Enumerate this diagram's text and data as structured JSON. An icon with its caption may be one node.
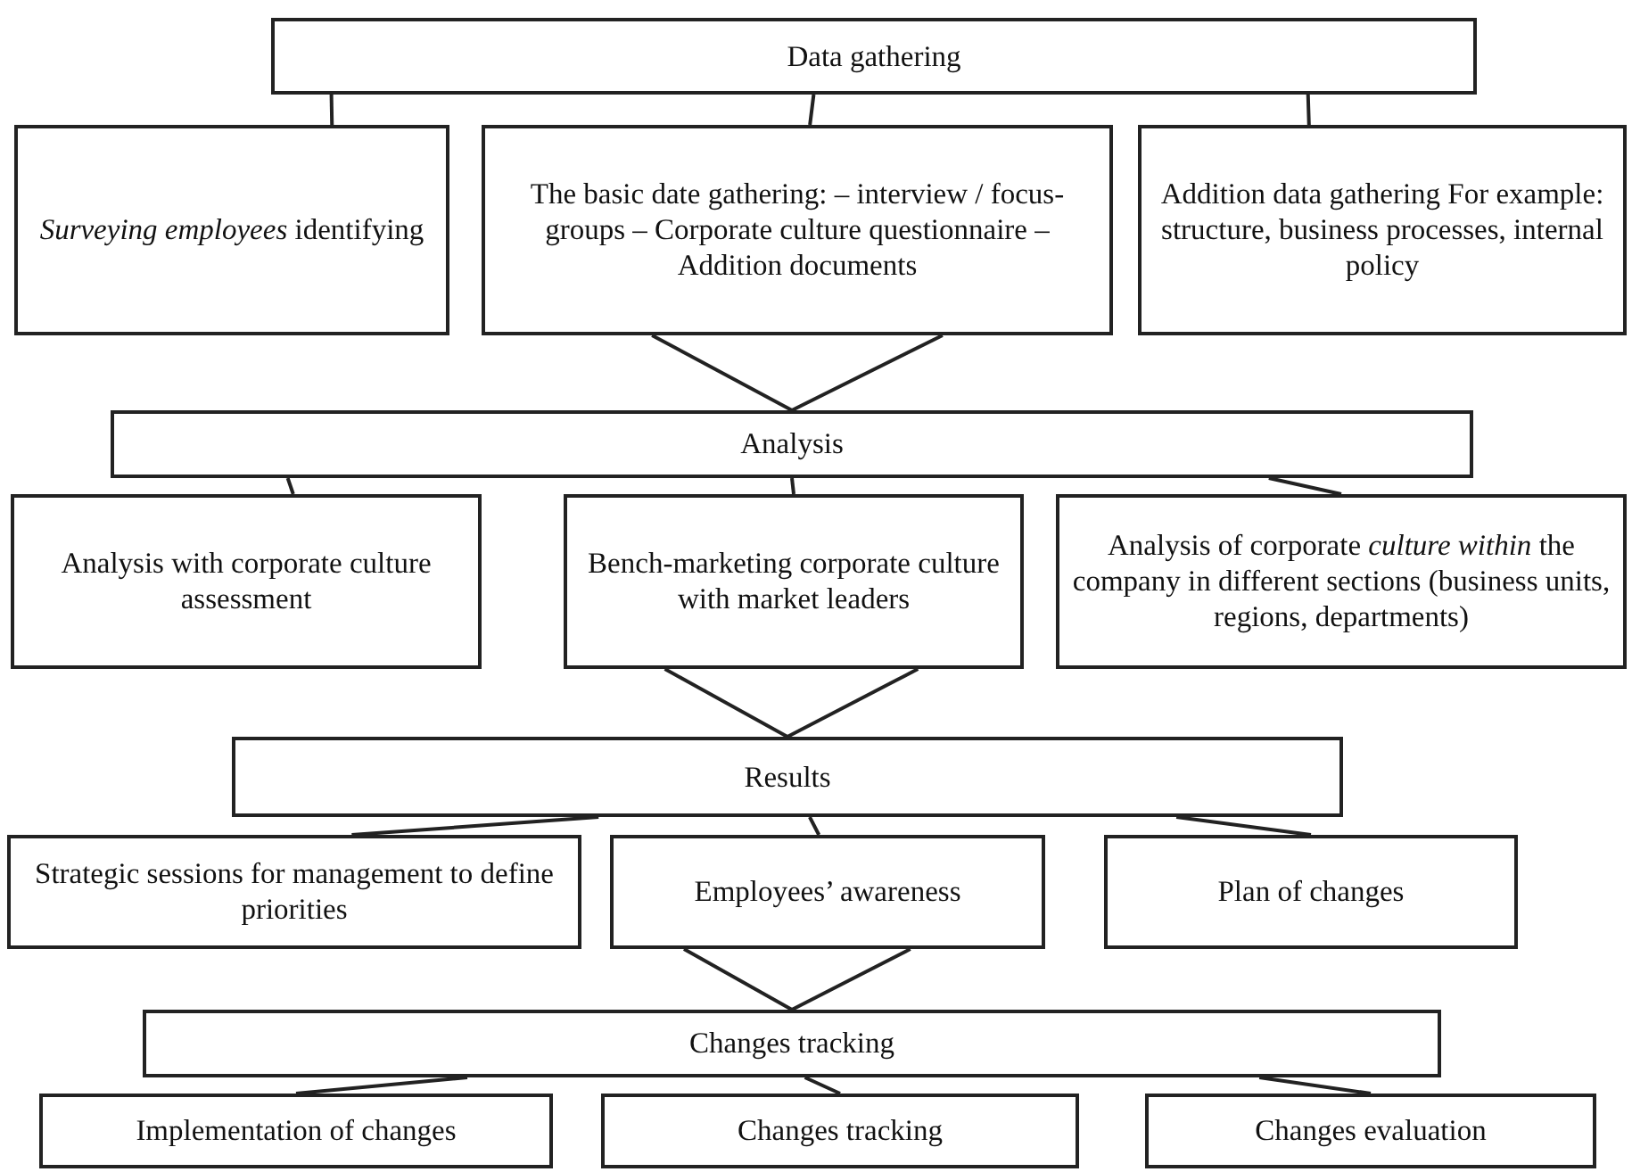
{
  "diagram": {
    "nodes": [
      {
        "text": [
          "Data gathering"
        ]
      },
      {
        "text": [
          "*Surveying employees* identifying"
        ]
      },
      {
        "text": [
          "The basic date gathering: – interview / focus-groups – Corporate culture questionnaire – Addition documents"
        ]
      },
      {
        "text": [
          "Addition data gathering For example: structure, business processes, internal policy"
        ]
      },
      {
        "text": [
          "Analysis"
        ]
      },
      {
        "text": [
          "Analysis with corporate culture assessment"
        ]
      },
      {
        "text": [
          "Bench-marketing corporate culture with market leaders"
        ]
      },
      {
        "text": [
          "Analysis of corporate *culture within* the company in different sections (business units, regions, departments)"
        ]
      },
      {
        "text": [
          "Results"
        ]
      },
      {
        "text": [
          "Strategic sessions for management to define priorities"
        ]
      },
      {
        "text": [
          "Employees’ awareness"
        ]
      },
      {
        "text": [
          "Plan of changes"
        ]
      },
      {
        "text": [
          "Changes tracking"
        ]
      },
      {
        "text": [
          "Implementation of changes"
        ]
      },
      {
        "text": [
          "Changes tracking"
        ]
      },
      {
        "text": [
          "Changes evaluation"
        ]
      }
    ],
    "edges": [
      {
        "from": 0,
        "to": 1,
        "arrow": "none"
      },
      {
        "from": 0,
        "to": 2,
        "arrow": "none"
      },
      {
        "from": 0,
        "to": 3,
        "arrow": "none"
      },
      {
        "from": 2,
        "to": 4,
        "arrow": "none"
      },
      {
        "from": 2,
        "to": 4,
        "arrow": "none"
      },
      {
        "from": 4,
        "to": 5,
        "arrow": "none"
      },
      {
        "from": 4,
        "to": 6,
        "arrow": "none"
      },
      {
        "from": 4,
        "to": 7,
        "arrow": "none"
      },
      {
        "from": 6,
        "to": 8,
        "arrow": "none"
      },
      {
        "from": 6,
        "to": 8,
        "arrow": "none"
      },
      {
        "from": 8,
        "to": 9,
        "arrow": "none"
      },
      {
        "from": 8,
        "to": 10,
        "arrow": "none"
      },
      {
        "from": 8,
        "to": 11,
        "arrow": "none"
      },
      {
        "from": 10,
        "to": 12,
        "arrow": "none"
      },
      {
        "from": 10,
        "to": 12,
        "arrow": "none"
      },
      {
        "from": 12,
        "to": 13,
        "arrow": "none"
      },
      {
        "from": 12,
        "to": 14,
        "arrow": "none"
      },
      {
        "from": 12,
        "to": 15,
        "arrow": "none"
      }
    ]
  }
}
